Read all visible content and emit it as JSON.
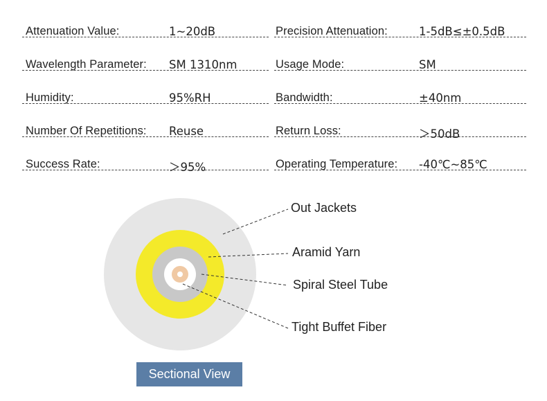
{
  "specs": [
    {
      "left_label": "Attenuation Value:",
      "left_value": "1~20dB",
      "right_label": "Precision Attenuation:",
      "right_value": "1-5dB≤±0.5dB"
    },
    {
      "left_label": "Wavelength Parameter:",
      "left_value": "SM 1310nm",
      "right_label": "Usage Mode:",
      "right_value": "SM"
    },
    {
      "left_label": "Humidity:",
      "left_value": "95%RH",
      "right_label": "Bandwidth:",
      "right_value": "±40nm"
    },
    {
      "left_label": "Number Of Repetitions:",
      "left_value": "Reuse",
      "right_label": "Return Loss:",
      "right_value": "＞50dB"
    },
    {
      "left_label": "Success Rate:",
      "left_value": "＞95%",
      "right_label": "Operating Temperature:",
      "right_value": "-40℃~85℃"
    }
  ],
  "diagram": {
    "callouts": [
      "Out Jackets",
      "Aramid Yarn",
      "Spiral Steel Tube",
      "Tight Buffet Fiber"
    ],
    "caption": "Sectional View",
    "colors": {
      "jacket": "#e6e6e6",
      "aramid": "#f4ea2a",
      "steel": "#c8c8c8",
      "buffer": "#ffffff",
      "fiber": "#f0c9a4",
      "core": "#ffffff",
      "caption_bg": "#5b7ea6"
    }
  }
}
